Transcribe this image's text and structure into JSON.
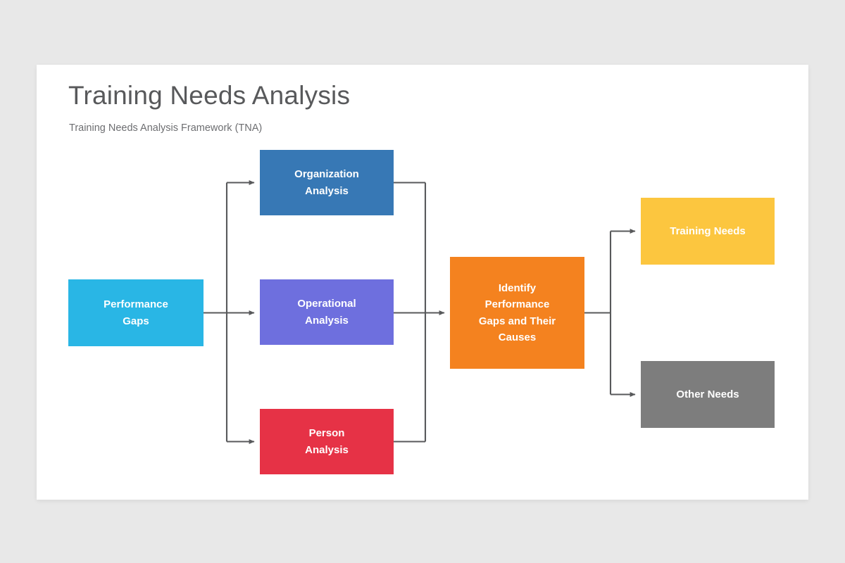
{
  "background_color": "#e8e8e8",
  "card": {
    "background_color": "#ffffff"
  },
  "header": {
    "title": "Training Needs Analysis",
    "subtitle": "Training Needs Analysis Framework (TNA)",
    "title_color": "#58595b",
    "subtitle_color": "#6d6e71"
  },
  "diagram": {
    "connector_color": "#58595b",
    "nodes": [
      {
        "id": "performance-gaps",
        "label": "Performance\nGaps",
        "color": "#29b6e5",
        "column": "input"
      },
      {
        "id": "organization-analysis",
        "label": "Organization\nAnalysis",
        "color": "#3778b5",
        "column": "analysis"
      },
      {
        "id": "operational-analysis",
        "label": "Operational\nAnalysis",
        "color": "#6e6fde",
        "column": "analysis"
      },
      {
        "id": "person-analysis",
        "label": "Person\nAnalysis",
        "color": "#e63246",
        "column": "analysis"
      },
      {
        "id": "identify-performance-gaps",
        "label": "Identify\nPerformance\nGaps and Their\nCauses",
        "color": "#f4821f",
        "column": "synthesis"
      },
      {
        "id": "training-needs",
        "label": "Training Needs",
        "color": "#fcc63f",
        "column": "output"
      },
      {
        "id": "other-needs",
        "label": "Other Needs",
        "color": "#7d7d7d",
        "column": "output"
      }
    ],
    "edges": [
      {
        "from": "performance-gaps",
        "to": "organization-analysis"
      },
      {
        "from": "performance-gaps",
        "to": "operational-analysis"
      },
      {
        "from": "performance-gaps",
        "to": "person-analysis"
      },
      {
        "from": "organization-analysis",
        "to": "identify-performance-gaps"
      },
      {
        "from": "operational-analysis",
        "to": "identify-performance-gaps"
      },
      {
        "from": "person-analysis",
        "to": "identify-performance-gaps"
      },
      {
        "from": "identify-performance-gaps",
        "to": "training-needs"
      },
      {
        "from": "identify-performance-gaps",
        "to": "other-needs"
      }
    ]
  }
}
